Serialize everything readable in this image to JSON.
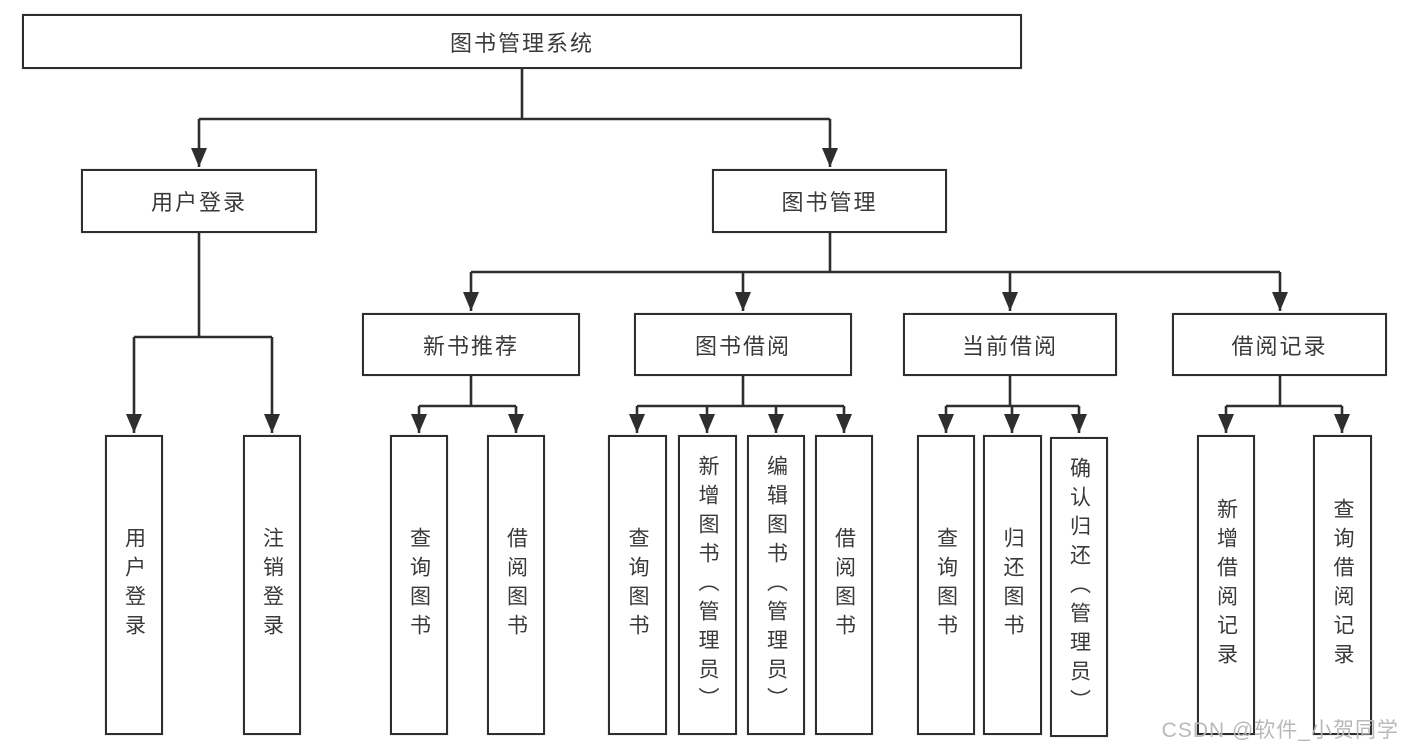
{
  "diagram": {
    "title": "图书管理系统",
    "branches": [
      {
        "label": "用户登录",
        "children": [
          {
            "label": "用户登录"
          },
          {
            "label": "注销登录"
          }
        ]
      },
      {
        "label": "图书管理",
        "children": [
          {
            "label": "新书推荐",
            "children": [
              {
                "label": "查询图书"
              },
              {
                "label": "借阅图书"
              }
            ]
          },
          {
            "label": "图书借阅",
            "children": [
              {
                "label": "查询图书"
              },
              {
                "label": "新增图书（管理员）"
              },
              {
                "label": "编辑图书（管理员）"
              },
              {
                "label": "借阅图书"
              }
            ]
          },
          {
            "label": "当前借阅",
            "children": [
              {
                "label": "查询图书"
              },
              {
                "label": "归还图书"
              },
              {
                "label": "确认归还（管理员）"
              }
            ]
          },
          {
            "label": "借阅记录",
            "children": [
              {
                "label": "新增借阅记录"
              },
              {
                "label": "查询借阅记录"
              }
            ]
          }
        ]
      }
    ]
  },
  "colors": {
    "line": "#2e2e2e",
    "box_border": "#2e2e2e",
    "text": "#3a3a3a",
    "watermark_text": "#b9b9bd",
    "background": "#ffffff"
  },
  "watermark": {
    "text": "CSDN @软件_小贺同学"
  }
}
